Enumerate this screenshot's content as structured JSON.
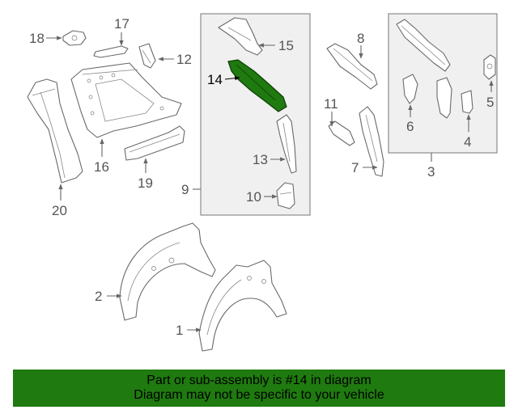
{
  "diagram": {
    "callouts": [
      "1",
      "2",
      "3",
      "4",
      "5",
      "6",
      "7",
      "8",
      "9",
      "10",
      "11",
      "12",
      "13",
      "14",
      "15",
      "16",
      "17",
      "18",
      "19",
      "20"
    ],
    "highlighted_callout": "14",
    "highlight_color": "#1f7a0f",
    "group_box_color": "#f0f0f0"
  },
  "banner": {
    "line1": "Part or sub-assembly is #14 in diagram",
    "line2": "Diagram may not be specific to your vehicle",
    "background": "#1f7a0f"
  }
}
